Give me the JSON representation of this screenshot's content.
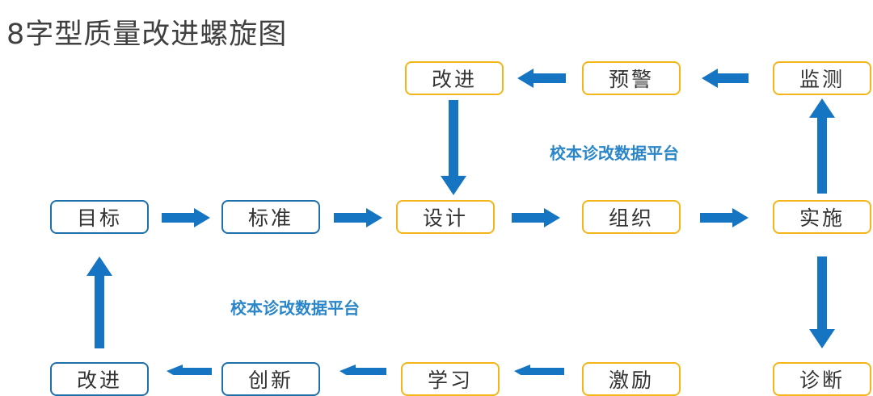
{
  "title": "8字型质量改进螺旋图",
  "nodes": {
    "top": {
      "improve": "改进",
      "warning": "预警",
      "monitor": "监测"
    },
    "middle": {
      "goal": "目标",
      "standard": "标准",
      "design": "设计",
      "organize": "组织",
      "implement": "实施"
    },
    "bottom": {
      "improve": "改进",
      "innovate": "创新",
      "learn": "学习",
      "motivate": "激励",
      "diagnose": "诊断"
    }
  },
  "platform_labels": {
    "upper": "校本诊改数据平台",
    "lower": "校本诊改数据平台"
  },
  "colors": {
    "blue": "#1f6fa8",
    "gold": "#f3b519",
    "arrow": "#1675c2",
    "platform_text": "#2a86c9",
    "title_text": "#404040"
  }
}
